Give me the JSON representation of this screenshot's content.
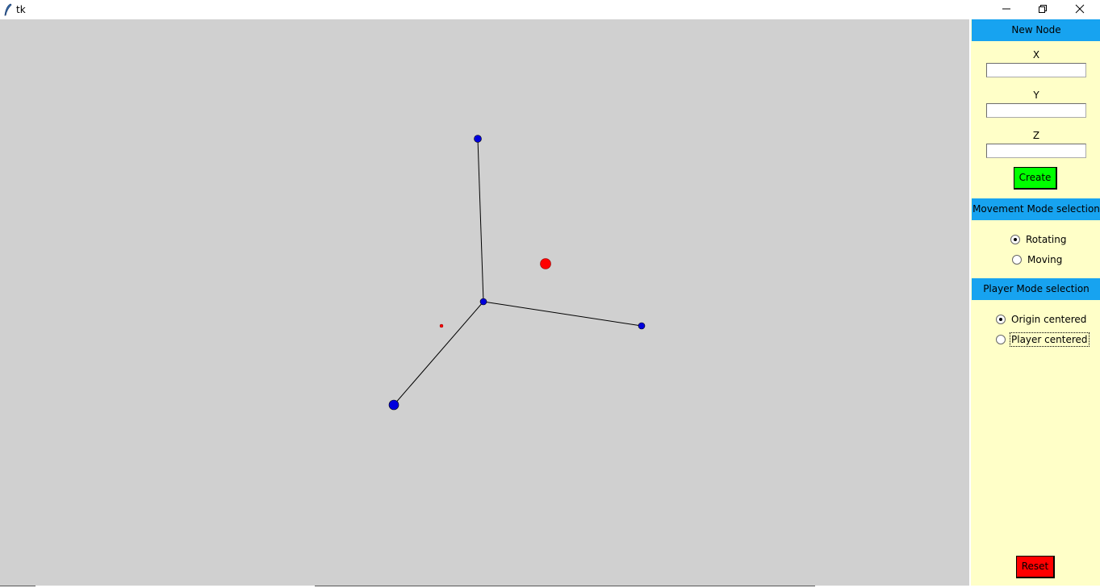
{
  "window": {
    "title": "tk"
  },
  "colors": {
    "canvas_bg": "#d0d0d0",
    "panel_bg": "#ffffc8",
    "header_bg": "#17a3f0",
    "create_bg": "#00ff00",
    "reset_bg": "#ff0000",
    "node_blue": "#0000dd",
    "node_red": "#ff0000"
  },
  "new_node": {
    "header": "New Node",
    "x_label": "X",
    "y_label": "Y",
    "z_label": "Z",
    "x_value": "",
    "y_value": "",
    "z_value": "",
    "create_label": "Create"
  },
  "movement_mode": {
    "header": "Movement Mode selection",
    "options": [
      {
        "label": "Rotating",
        "selected": true
      },
      {
        "label": "Moving",
        "selected": false
      }
    ]
  },
  "player_mode": {
    "header": "Player Mode selection",
    "options": [
      {
        "label": "Origin centered",
        "selected": true
      },
      {
        "label": "Player centered",
        "selected": false
      }
    ]
  },
  "reset_label": "Reset"
}
